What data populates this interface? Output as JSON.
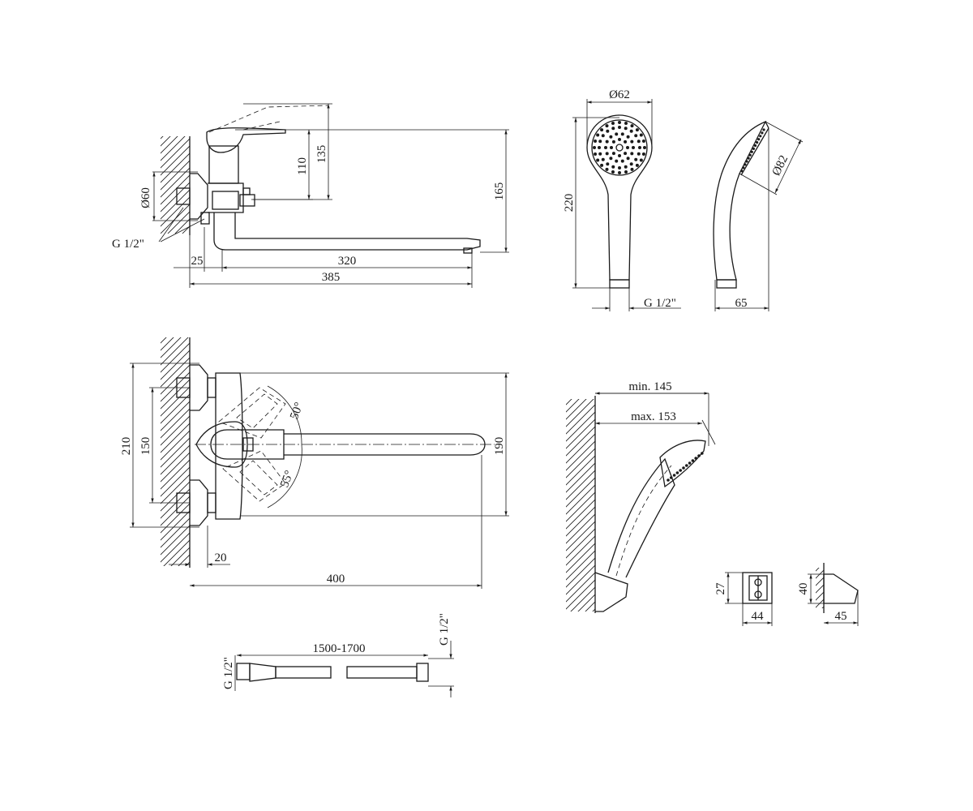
{
  "mixer_side_view": {
    "dim_height_110": "110",
    "dim_height_135": "135",
    "dim_height_165": "165",
    "dim_diameter_60": "Ø60",
    "dim_thread": "G 1/2\"",
    "dim_wall_25": "25",
    "dim_spout_320": "320",
    "dim_overall_385": "385"
  },
  "shower_head_front": {
    "dim_diameter_62": "Ø62",
    "dim_height_220": "220",
    "dim_thread": "G 1/2\""
  },
  "shower_head_side": {
    "dim_diameter_82": "Ø82",
    "dim_depth_65": "65"
  },
  "mixer_top_view": {
    "dim_210": "210",
    "dim_150": "150",
    "dim_190": "190",
    "dim_angle_50": "50°",
    "dim_angle_55": "55°",
    "dim_wall_20": "20",
    "dim_length_400": "400"
  },
  "holder_view": {
    "dim_min_145": "min. 145",
    "dim_max_153": "max. 153"
  },
  "wall_bracket": {
    "dim_height_27": "27",
    "dim_width_44": "44",
    "dim_height_40": "40",
    "dim_depth_45": "45"
  },
  "shower_hose": {
    "dim_length": "1500-1700",
    "dim_thread_left": "G 1/2\"",
    "dim_thread_right": "G 1/2\""
  }
}
